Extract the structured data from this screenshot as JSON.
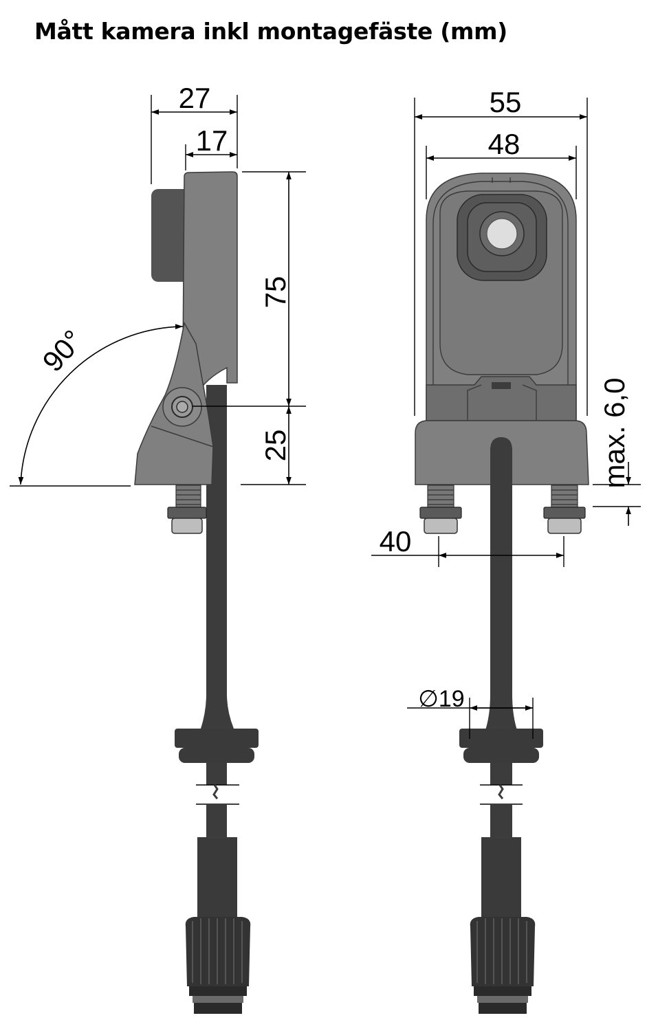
{
  "title": "Mått kamera inkl montagefäste (mm)",
  "dimensions": {
    "side_total_width": "27",
    "side_head_width": "17",
    "side_upper_height": "75",
    "side_lower_height": "25",
    "angle": "90°",
    "front_total_width": "55",
    "front_head_width": "48",
    "max_thickness": "max. 6,0",
    "bolt_spacing": "40",
    "cable_diameter": "∅19"
  },
  "colors": {
    "housing": "#7d7d7d",
    "housing_dark": "#545454",
    "cable": "#3c3c3c",
    "lens": "#dedede",
    "line": "#000000"
  }
}
